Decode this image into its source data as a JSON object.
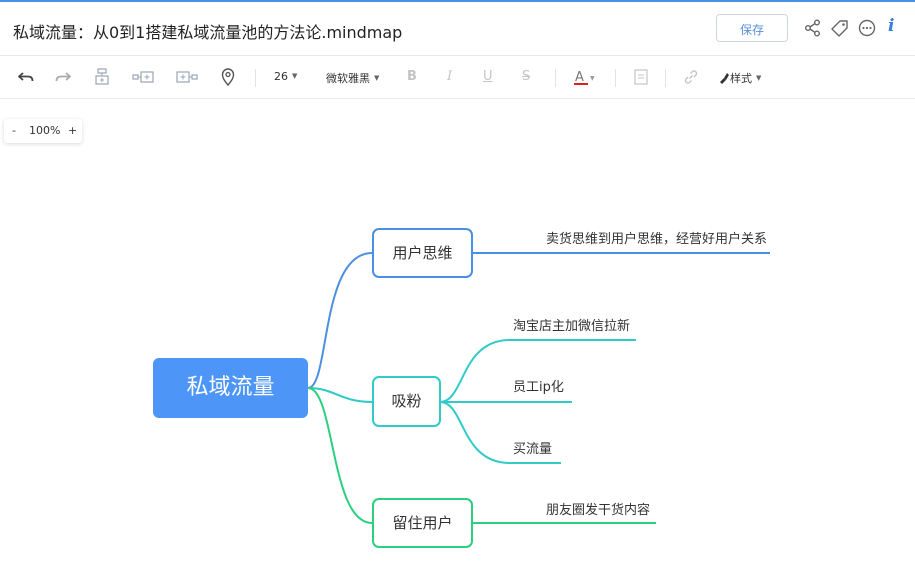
{
  "header": {
    "title": "私域流量：从0到1搭建私域流量池的方法论.mindmap",
    "save_label": "保存",
    "info_label": "i"
  },
  "toolbar": {
    "font_size": "26",
    "font_family": "微软雅黑",
    "style_label": "样式",
    "icons": [
      "undo-icon",
      "redo-icon",
      "insert-child-icon",
      "insert-sibling-after-icon",
      "insert-sibling-before-icon",
      "location-icon",
      "bold-icon",
      "italic-icon",
      "underline-icon",
      "strikethrough-icon",
      "font-color-icon",
      "note-icon",
      "link-icon",
      "style-brush-icon"
    ],
    "font_color": "#e02020"
  },
  "zoom": {
    "minus": "-",
    "level": "100%",
    "plus": "+"
  },
  "mindmap": {
    "root": "私域流量",
    "branches": [
      {
        "label": "用户思维",
        "color": "#4a90e2",
        "children": [
          "卖货思维到用户思维，经营好用户关系"
        ]
      },
      {
        "label": "吸粉",
        "color": "#2ecbc7",
        "children": [
          "淘宝店主加微信拉新",
          "员工ip化",
          "买流量"
        ]
      },
      {
        "label": "留住用户",
        "color": "#2bd07f",
        "children": [
          "朋友圈发干货内容"
        ]
      }
    ],
    "root_color": "#4d96f7"
  }
}
